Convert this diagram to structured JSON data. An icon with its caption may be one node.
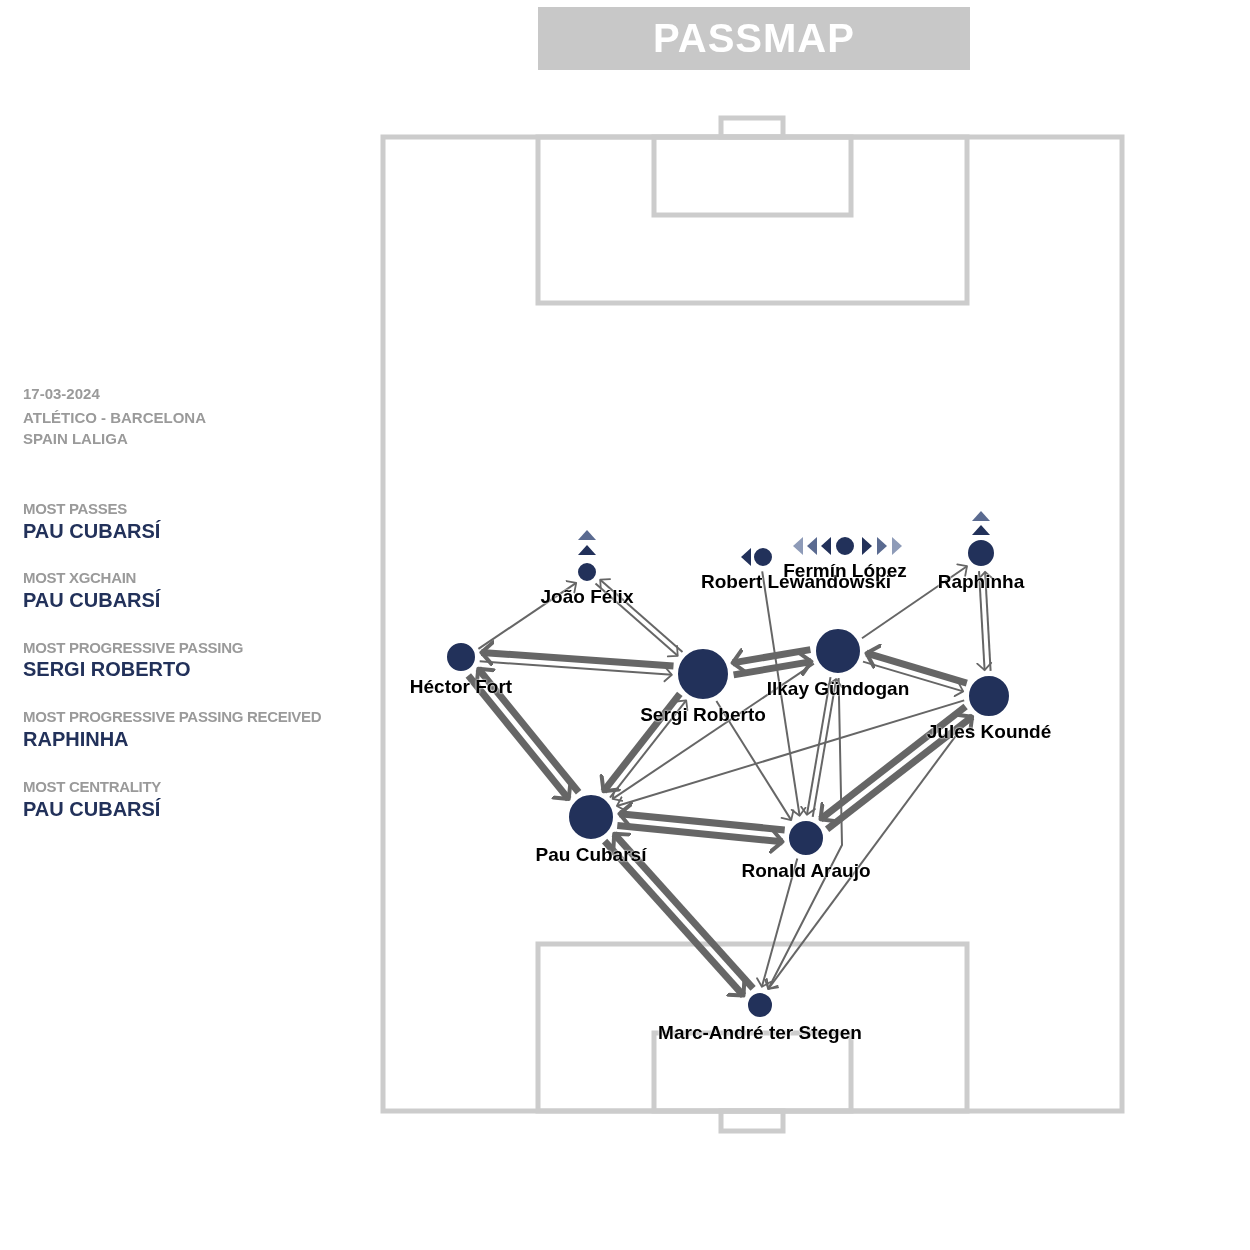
{
  "diagram": {
    "title": "PASSMAP",
    "nodes": [
      {
        "text": [
          "João Félix"
        ]
      },
      {
        "text": [
          "Robert Lewandowski"
        ]
      },
      {
        "text": [
          "Fermín López"
        ]
      },
      {
        "text": [
          "Raphinha"
        ]
      },
      {
        "text": [
          "Héctor Fort"
        ]
      },
      {
        "text": [
          "Sergi Roberto"
        ]
      },
      {
        "text": [
          "Ilkay Gündogan"
        ]
      },
      {
        "text": [
          "Jules Koundé"
        ]
      },
      {
        "text": [
          "Pau Cubarsí"
        ]
      },
      {
        "text": [
          "Ronald Araujo"
        ]
      },
      {
        "text": [
          "Marc-André ter Stegen"
        ]
      }
    ],
    "edges": [
      {
        "from": 4,
        "to": 0,
        "arrow": "to"
      },
      {
        "from": 5,
        "to": 0,
        "arrow": "to"
      },
      {
        "from": 0,
        "to": 5,
        "arrow": "to"
      },
      {
        "from": 5,
        "to": 4,
        "arrow": "to",
        "style": "thick"
      },
      {
        "from": 4,
        "to": 5,
        "arrow": "to"
      },
      {
        "from": 4,
        "to": 8,
        "arrow": "to",
        "style": "thick"
      },
      {
        "from": 8,
        "to": 4,
        "arrow": "to",
        "style": "thick"
      },
      {
        "from": 6,
        "to": 5,
        "arrow": "to",
        "style": "thick"
      },
      {
        "from": 5,
        "to": 6,
        "arrow": "to",
        "style": "thick"
      },
      {
        "from": 5,
        "to": 8,
        "arrow": "to",
        "style": "thick"
      },
      {
        "from": 8,
        "to": 5,
        "arrow": "to"
      },
      {
        "from": 6,
        "to": 3,
        "arrow": "to"
      },
      {
        "from": 7,
        "to": 6,
        "arrow": "to",
        "style": "thick"
      },
      {
        "from": 6,
        "to": 7,
        "arrow": "to"
      },
      {
        "from": 7,
        "to": 3,
        "arrow": "to"
      },
      {
        "from": 3,
        "to": 7,
        "arrow": "to"
      },
      {
        "from": 8,
        "to": 9,
        "arrow": "to",
        "style": "thick"
      },
      {
        "from": 9,
        "to": 8,
        "arrow": "to",
        "style": "thick"
      },
      {
        "from": 8,
        "to": 10,
        "arrow": "to",
        "style": "thick"
      },
      {
        "from": 10,
        "to": 8,
        "arrow": "to",
        "style": "thick"
      },
      {
        "from": 9,
        "to": 10,
        "arrow": "to"
      },
      {
        "from": 7,
        "to": 10,
        "arrow": "to"
      },
      {
        "from": 6,
        "to": 10,
        "arrow": "to"
      },
      {
        "from": 6,
        "to": 9,
        "arrow": "to"
      },
      {
        "from": 9,
        "to": 6,
        "arrow": "to"
      },
      {
        "from": 5,
        "to": 9,
        "arrow": "to"
      },
      {
        "from": 7,
        "to": 9,
        "arrow": "to",
        "style": "thick"
      },
      {
        "from": 9,
        "to": 7,
        "arrow": "to",
        "style": "thick"
      },
      {
        "from": 6,
        "to": 8,
        "arrow": "to"
      },
      {
        "from": 7,
        "to": 8,
        "arrow": "to"
      },
      {
        "from": 1,
        "to": 9,
        "arrow": "to"
      }
    ],
    "labels": [
      "17-03-2024",
      "ATLÉTICO - BARCELONA",
      "SPAIN LALIGA",
      "MOST PASSES",
      "PAU CUBARSÍ",
      "MOST XGCHAIN",
      "PAU CUBARSÍ",
      "MOST PROGRESSIVE PASSING",
      "SERGI ROBERTO",
      "MOST PROGRESSIVE PASSING RECEIVED",
      "RAPHINHA",
      "MOST CENTRALITY",
      "PAU CUBARSÍ"
    ]
  }
}
